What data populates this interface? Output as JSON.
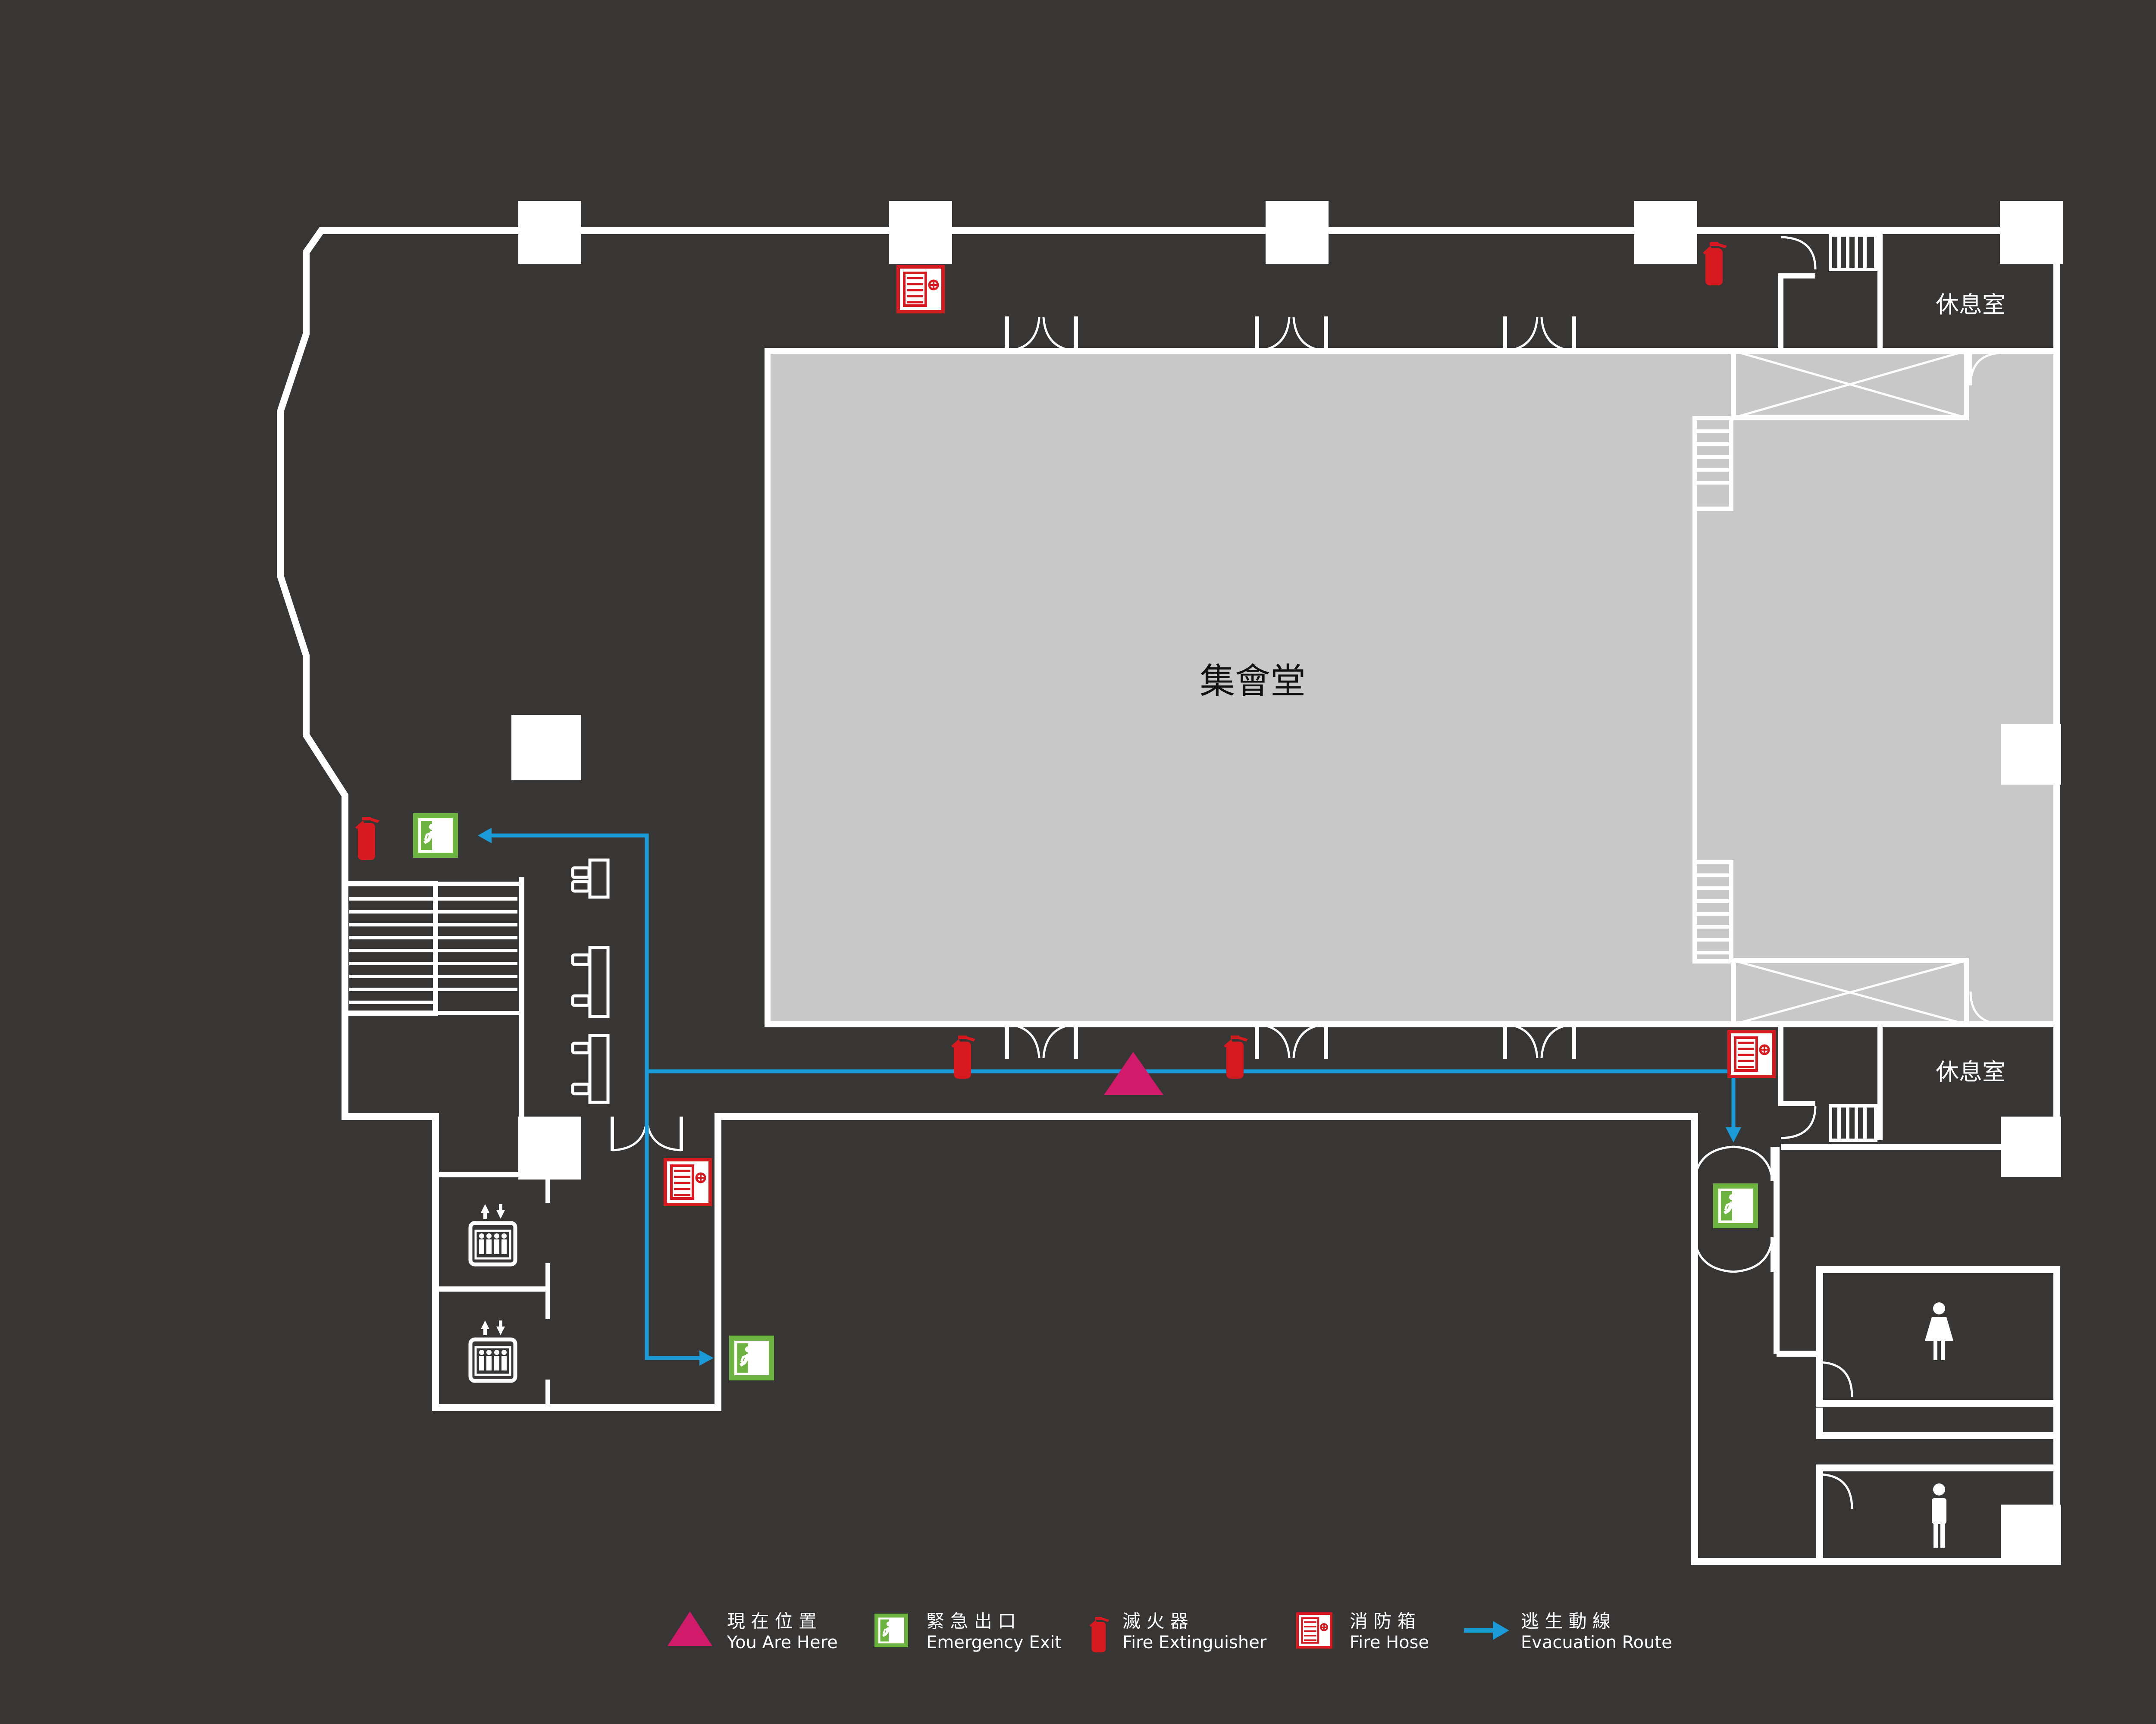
{
  "rooms": {
    "assembly_hall": "集會堂",
    "lounge_top": "休息室",
    "lounge_bottom": "休息室"
  },
  "legend": [
    {
      "icon": "you-are-here-icon",
      "zh": "現 在 位 置",
      "en": "You Are Here"
    },
    {
      "icon": "emergency-exit-icon",
      "zh": "緊 急 出 口",
      "en": "Emergency Exit"
    },
    {
      "icon": "fire-extinguisher-icon",
      "zh": "滅 火 器",
      "en": "Fire Extinguisher"
    },
    {
      "icon": "fire-hose-icon",
      "zh": "消 防 箱",
      "en": "Fire Hose"
    },
    {
      "icon": "evacuation-route-icon",
      "zh": "逃 生 動 線",
      "en": "Evacuation Route"
    }
  ],
  "colors": {
    "background": "#383635",
    "walls": "#ffffff",
    "hall_fill": "#c8c8c8",
    "you_are_here": "#d21a6b",
    "exit_green": "#6db33f",
    "extinguisher_red": "#d71920",
    "route_blue": "#1a9ad6"
  }
}
